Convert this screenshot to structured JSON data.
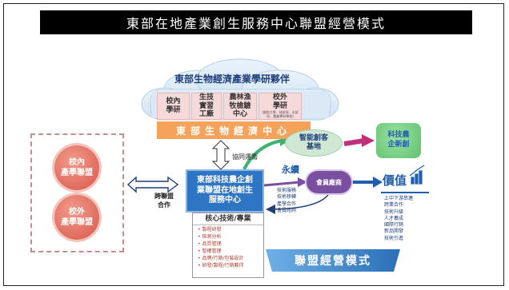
{
  "title": "東部在地產業創生服務中心聯盟經營模式",
  "cloud": {
    "title": "東部生物經濟產業學研夥伴",
    "boxes": [
      {
        "lines": [
          "校內",
          "學研"
        ]
      },
      {
        "lines": [
          "生技",
          "實習",
          "工廠"
        ]
      },
      {
        "lines": [
          "農林漁",
          "牧檢驗",
          "中心"
        ]
      },
      {
        "lines": [
          "校外",
          "學研"
        ],
        "note": "(國防大學、林試所、水試所、農業專科學校)"
      }
    ]
  },
  "center_bar": "東部生物經濟中心",
  "cooperation_label": "協同運籌",
  "left_group": {
    "circle1": [
      "校內",
      "產學聯盟"
    ],
    "circle2": [
      "校外",
      "產學聯盟"
    ],
    "link_label": [
      "跨聯盟",
      "合作"
    ]
  },
  "hub": [
    "東部科技農企創",
    "業聯盟在地創生",
    "服務中心"
  ],
  "core": {
    "title": "核心技術/專業",
    "items": [
      "製程研發",
      "檢測分析",
      "品質管理",
      "智權管理",
      "品牌/行銷/包裝設計",
      "研發/製程/行銷夥伴"
    ]
  },
  "innovation": {
    "label": [
      "智能創客",
      "基地"
    ]
  },
  "tech_farm": {
    "label": [
      "科技農",
      "企新創"
    ]
  },
  "sustain": "永續",
  "members": {
    "label": "會員廠商",
    "services": [
      "技術服務",
      "技術移轉",
      "產學合作",
      "會員諮詢"
    ]
  },
  "value": {
    "label": "價值",
    "items": [
      "上中下游串連",
      "跨業合作",
      "技術升級",
      "人才養成",
      "國際行銷",
      "新品開發",
      "技術引進"
    ]
  },
  "footer_label": "聯盟經營模式",
  "colors": {
    "title_bg": "#000000",
    "orange": "#f7a25a",
    "hub_blue": "#2e76c4",
    "green": "#3cb371",
    "magenta": "#c0307a",
    "purple": "#7b4fa0"
  }
}
